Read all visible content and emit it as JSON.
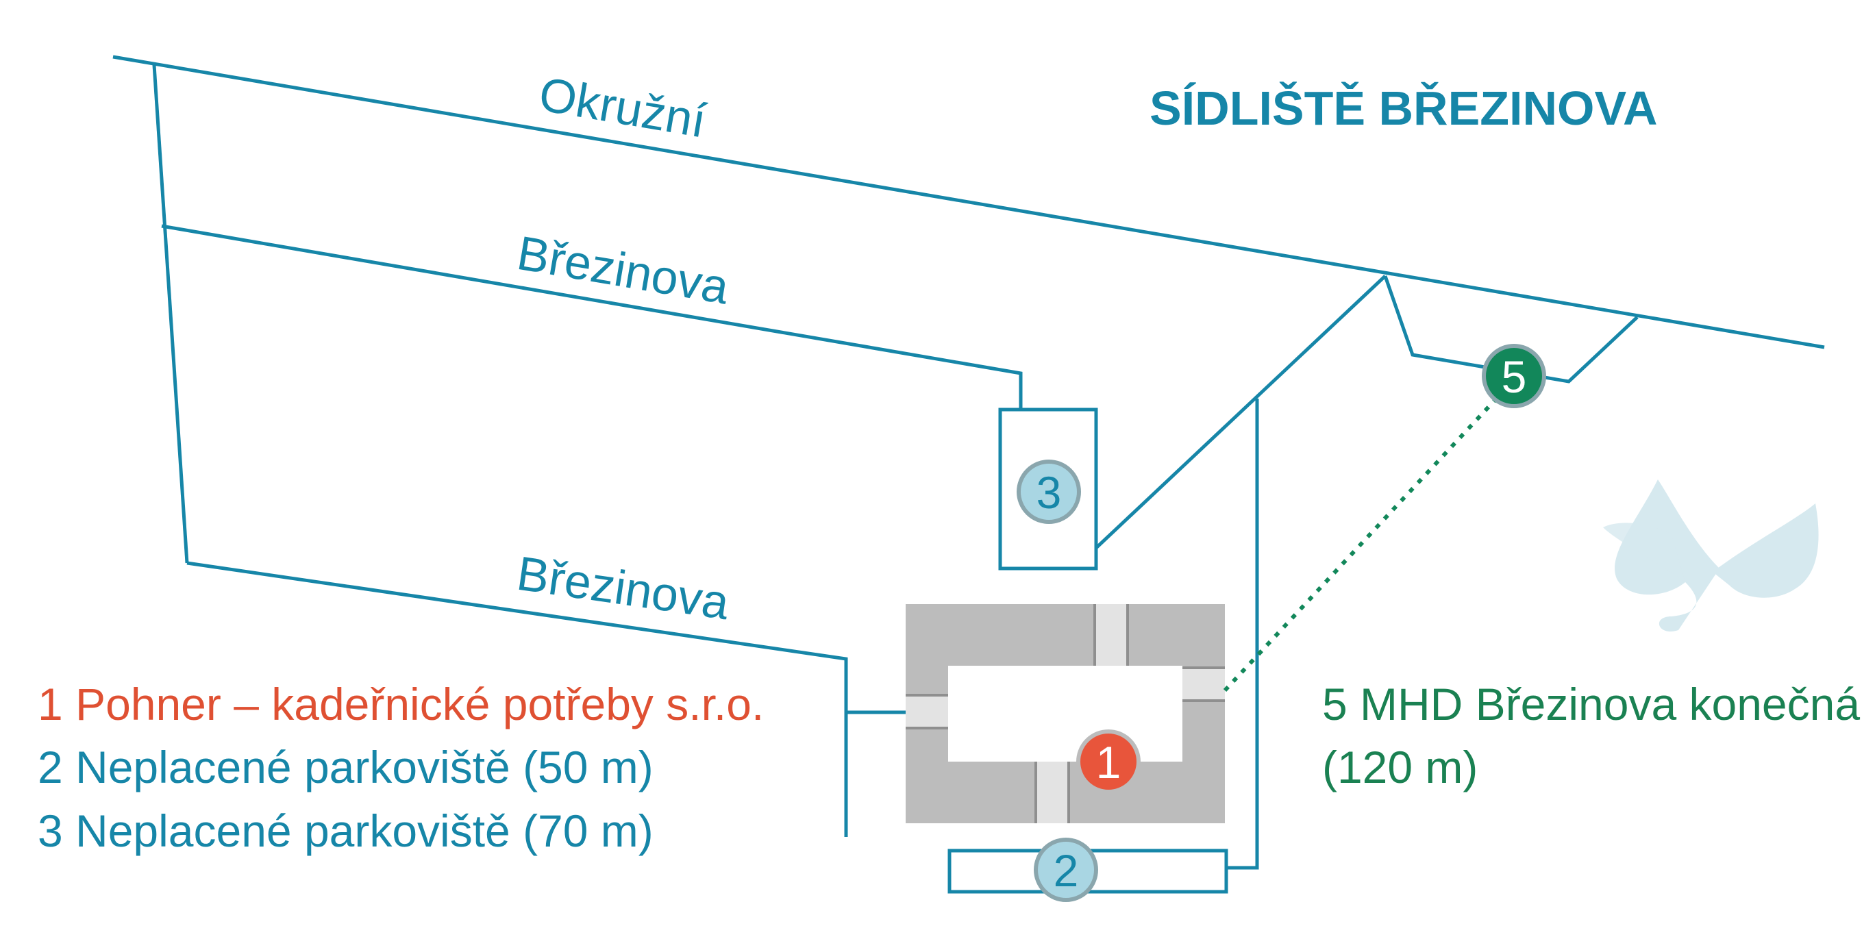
{
  "title": "SÍDLIŠTĚ BŘEZINOVA",
  "streets": {
    "okruzni": "Okružní",
    "brezinova_upper": "Březinova",
    "brezinova_lower": "Březinova"
  },
  "markers": {
    "m1": "1",
    "m2": "2",
    "m3": "3",
    "m5": "5"
  },
  "legend": {
    "item1": "1 Pohner – kadeřnické potřeby s.r.o.",
    "item2": "2 Neplacené parkoviště (50 m)",
    "item3": "3 Neplacené parkoviště (70 m)",
    "item5_line1": "5 MHD Březinova konečná",
    "item5_line2": "(120 m)"
  },
  "icons": {
    "butterfly": "butterfly-icon"
  },
  "colors": {
    "road": "#1686a8",
    "title": "#1686a8",
    "marker1": "#e8553b",
    "marker_parking_fill": "#a9d6e3",
    "marker_parking_border": "#8aa6ad",
    "marker5": "#12875a",
    "legend_red": "#df5032",
    "legend_blue": "#1686a8",
    "legend_green": "#1a8152",
    "building_gray": "#bcbcbc",
    "butterfly": "#d6e9ef"
  }
}
